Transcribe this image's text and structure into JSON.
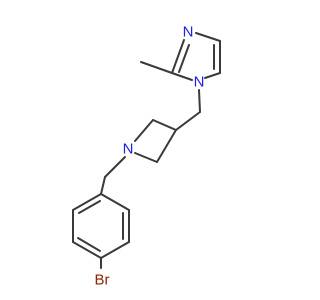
{
  "molecule": {
    "atoms": {
      "imidazole_n_top": {
        "label": "N",
        "color": "#1f1fe0"
      },
      "imidazole_n_ring": {
        "label": "N",
        "color": "#1f1fe0"
      },
      "azetidine_n": {
        "label": "N",
        "color": "#1f1fe0"
      },
      "bromine": {
        "label": "Br",
        "color": "#8b2500"
      }
    },
    "bond_color": "#3a3a3a"
  }
}
